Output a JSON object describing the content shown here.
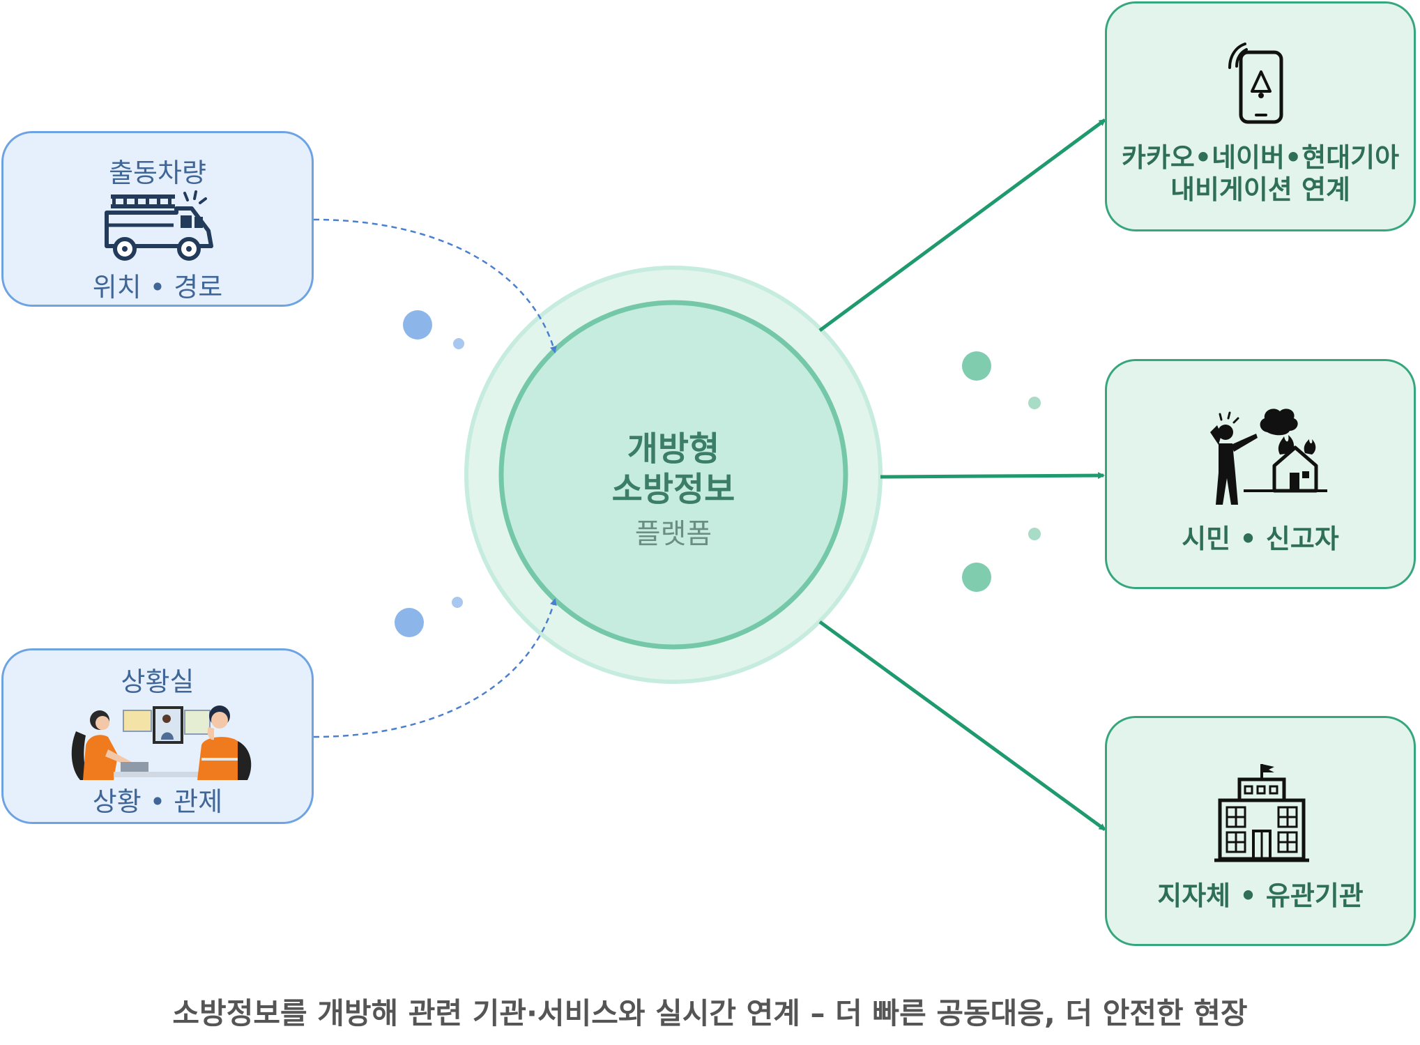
{
  "sources": {
    "vehicle": {
      "title": "출동차량",
      "subtitle": "위치 • 경로",
      "icon": "fire-truck-icon"
    },
    "control_room": {
      "title": "상황실",
      "subtitle": "상황 • 관제",
      "icon": "dispatchers-illustration"
    }
  },
  "center": {
    "line1": "개방형",
    "line2": "소방정보",
    "line3": "플랫폼"
  },
  "targets": {
    "navigation": {
      "line1": "카카오•네이버•현대기아",
      "line2": "내비게이션 연계",
      "icon": "smartphone-alert-icon"
    },
    "citizen": {
      "label": "시민 • 신고자",
      "icon": "person-reporting-fire-icon"
    },
    "government": {
      "label": "지자체 • 유관기관",
      "icon": "government-building-icon"
    }
  },
  "footer": "소방정보를 개방해 관련 기관·서비스와 실시간 연계 – 더 빠른 공동대응, 더 안전한 현장",
  "colors": {
    "source_fill": "#e6f0fc",
    "source_border": "#6ea3e3",
    "target_fill": "#e3f4ec",
    "target_border": "#36a67c",
    "arrow_green": "#1f9a6e",
    "arrow_blue": "#4a7fd0",
    "center_fill": "#c6ecdf"
  }
}
